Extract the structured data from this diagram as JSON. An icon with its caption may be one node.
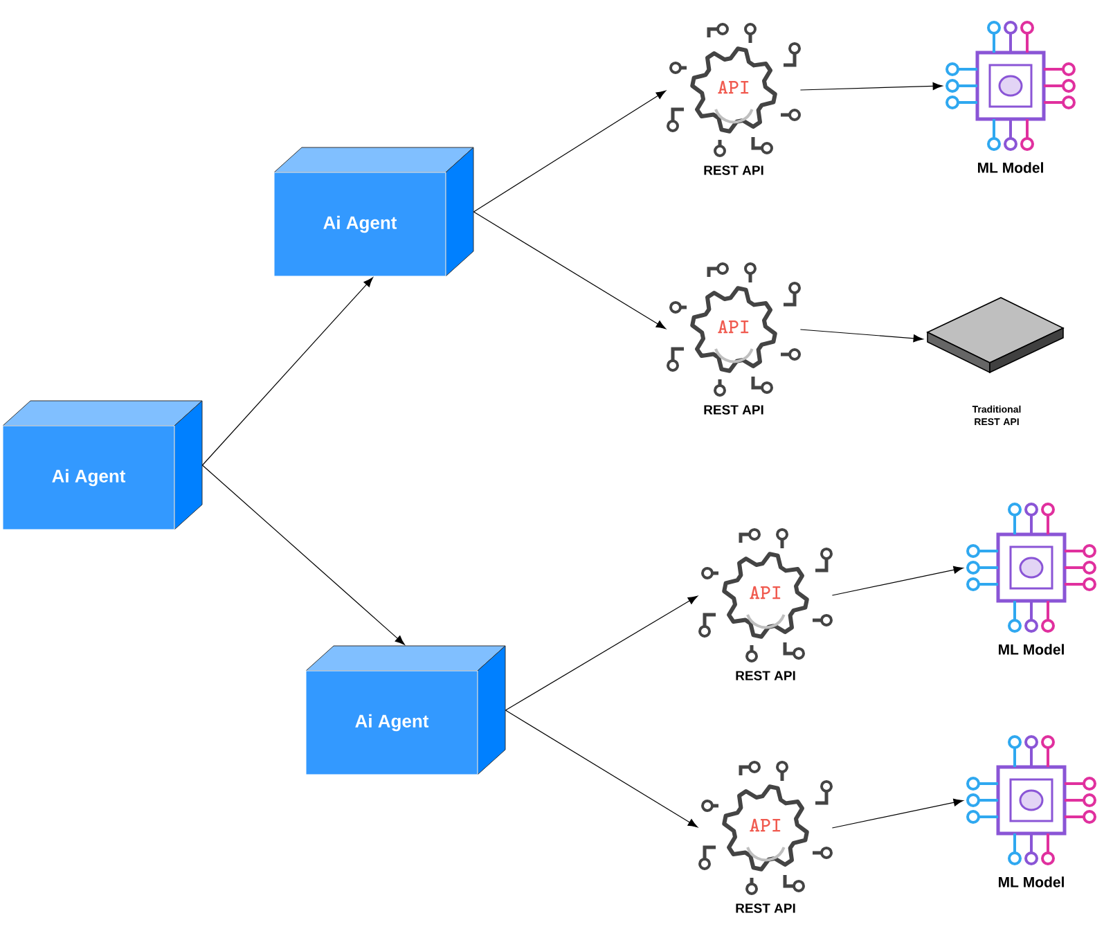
{
  "diagram": {
    "nodes": [
      {
        "text": [
          "Ai Agent"
        ]
      },
      {
        "text": [
          "Ai Agent"
        ]
      },
      {
        "text": [
          "API",
          "REST API"
        ]
      },
      {
        "text": [
          "ML Model"
        ]
      },
      {
        "text": [
          "API",
          "REST API"
        ]
      },
      {
        "text": [
          "Traditional REST API"
        ]
      },
      {
        "text": [
          "Ai Agent"
        ]
      },
      {
        "text": [
          "API",
          "REST API"
        ]
      },
      {
        "text": [
          "ML Model"
        ]
      },
      {
        "text": [
          "API",
          "REST API"
        ]
      },
      {
        "text": [
          "ML Model"
        ]
      }
    ],
    "edges": [
      {
        "from": 0,
        "to": 1,
        "arrow": "to"
      },
      {
        "from": 0,
        "to": 6,
        "arrow": "to"
      },
      {
        "from": 1,
        "to": 2,
        "arrow": "to"
      },
      {
        "from": 1,
        "to": 4,
        "arrow": "to"
      },
      {
        "from": 2,
        "to": 3,
        "arrow": "to"
      },
      {
        "from": 4,
        "to": 5,
        "arrow": "to"
      },
      {
        "from": 6,
        "to": 7,
        "arrow": "to"
      },
      {
        "from": 6,
        "to": 9,
        "arrow": "to"
      },
      {
        "from": 7,
        "to": 8,
        "arrow": "to"
      },
      {
        "from": 9,
        "to": 10,
        "arrow": "to"
      }
    ]
  }
}
